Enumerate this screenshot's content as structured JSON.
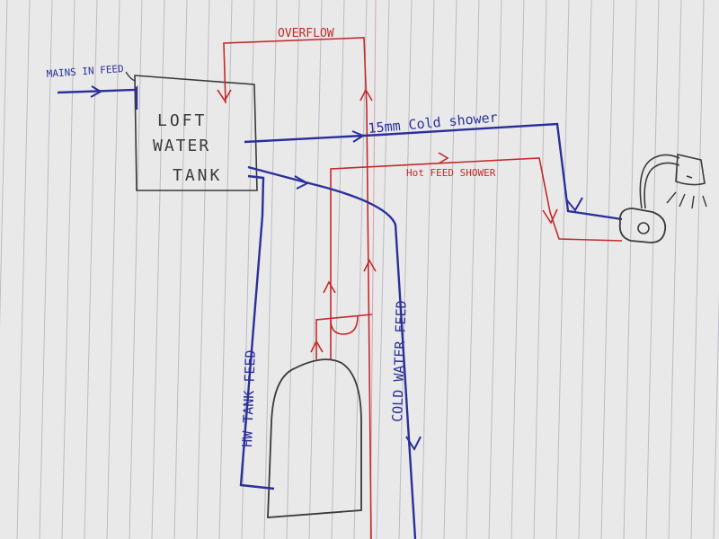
{
  "diagram": {
    "tank_label": [
      "LOFT",
      "WATER",
      "TANK"
    ],
    "labels": {
      "mains_in_feed": "MAINS IN FEED",
      "overflow": "OVERFLOW",
      "cold_shower": "15mm Cold shower",
      "hot_feed_shower": "Hot FEED SHOWER",
      "hw_tank_feed": "HW TANK FEED",
      "cold_water_feed": "COLD WATER FEED"
    },
    "colors": {
      "paper": "#e9e9ea",
      "rule_line": "#b9bcc4",
      "margin_line": "#d6a3a8",
      "cold_pipe": "#2b2f9a",
      "hot_pipe": "#c42a2a",
      "pencil": "#3a3a3a"
    }
  }
}
